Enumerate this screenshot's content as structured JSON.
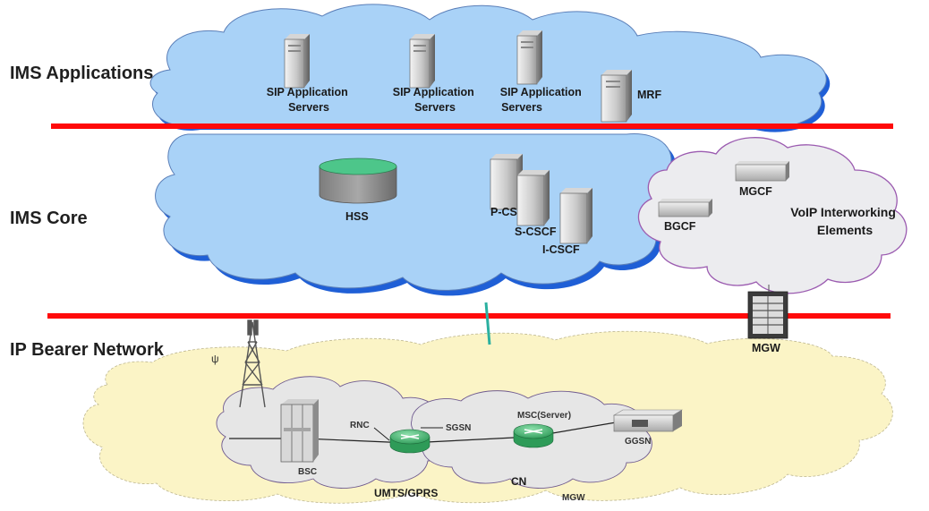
{
  "layers": {
    "applications": "IMS Applications",
    "core": "IMS Core",
    "bearer": "IP Bearer Network"
  },
  "nodes": {
    "sip1": [
      "SIP Application",
      "Servers"
    ],
    "sip2": [
      "SIP Application",
      "Servers"
    ],
    "sip3": [
      "SIP Application",
      "Servers"
    ],
    "mrf": "MRF",
    "hss": "HSS",
    "pcscf": "P-CS",
    "scscf": "S-CSCF",
    "icscf": "I-CSCF",
    "bgcf": "BGCF",
    "mgcf": "MGCF",
    "voip": [
      "VoIP Interworking",
      "Elements"
    ],
    "mgw_core": "MGW",
    "bsc": "BSC",
    "rnc": "RNC",
    "sgsn": "SGSN",
    "msc": "MSC(Server)",
    "ggsn": "GGSN",
    "umts": "UMTS/GPRS",
    "cn": "CN",
    "mgw_bearer": "MGW"
  },
  "colors": {
    "cloud_blue": "#a9d2f7",
    "cloud_blue_shadow": "#1f5fd6",
    "cloud_gray": "#ececef",
    "cloud_gray_border": "#9b5bb0",
    "cloud_yellow": "#fbf4c6",
    "cloud_yellow_inner": "#e6e6e6",
    "divider_red": "#ff0a0a",
    "router_green": "#38b26a",
    "link_teal": "#2bb0a0"
  }
}
